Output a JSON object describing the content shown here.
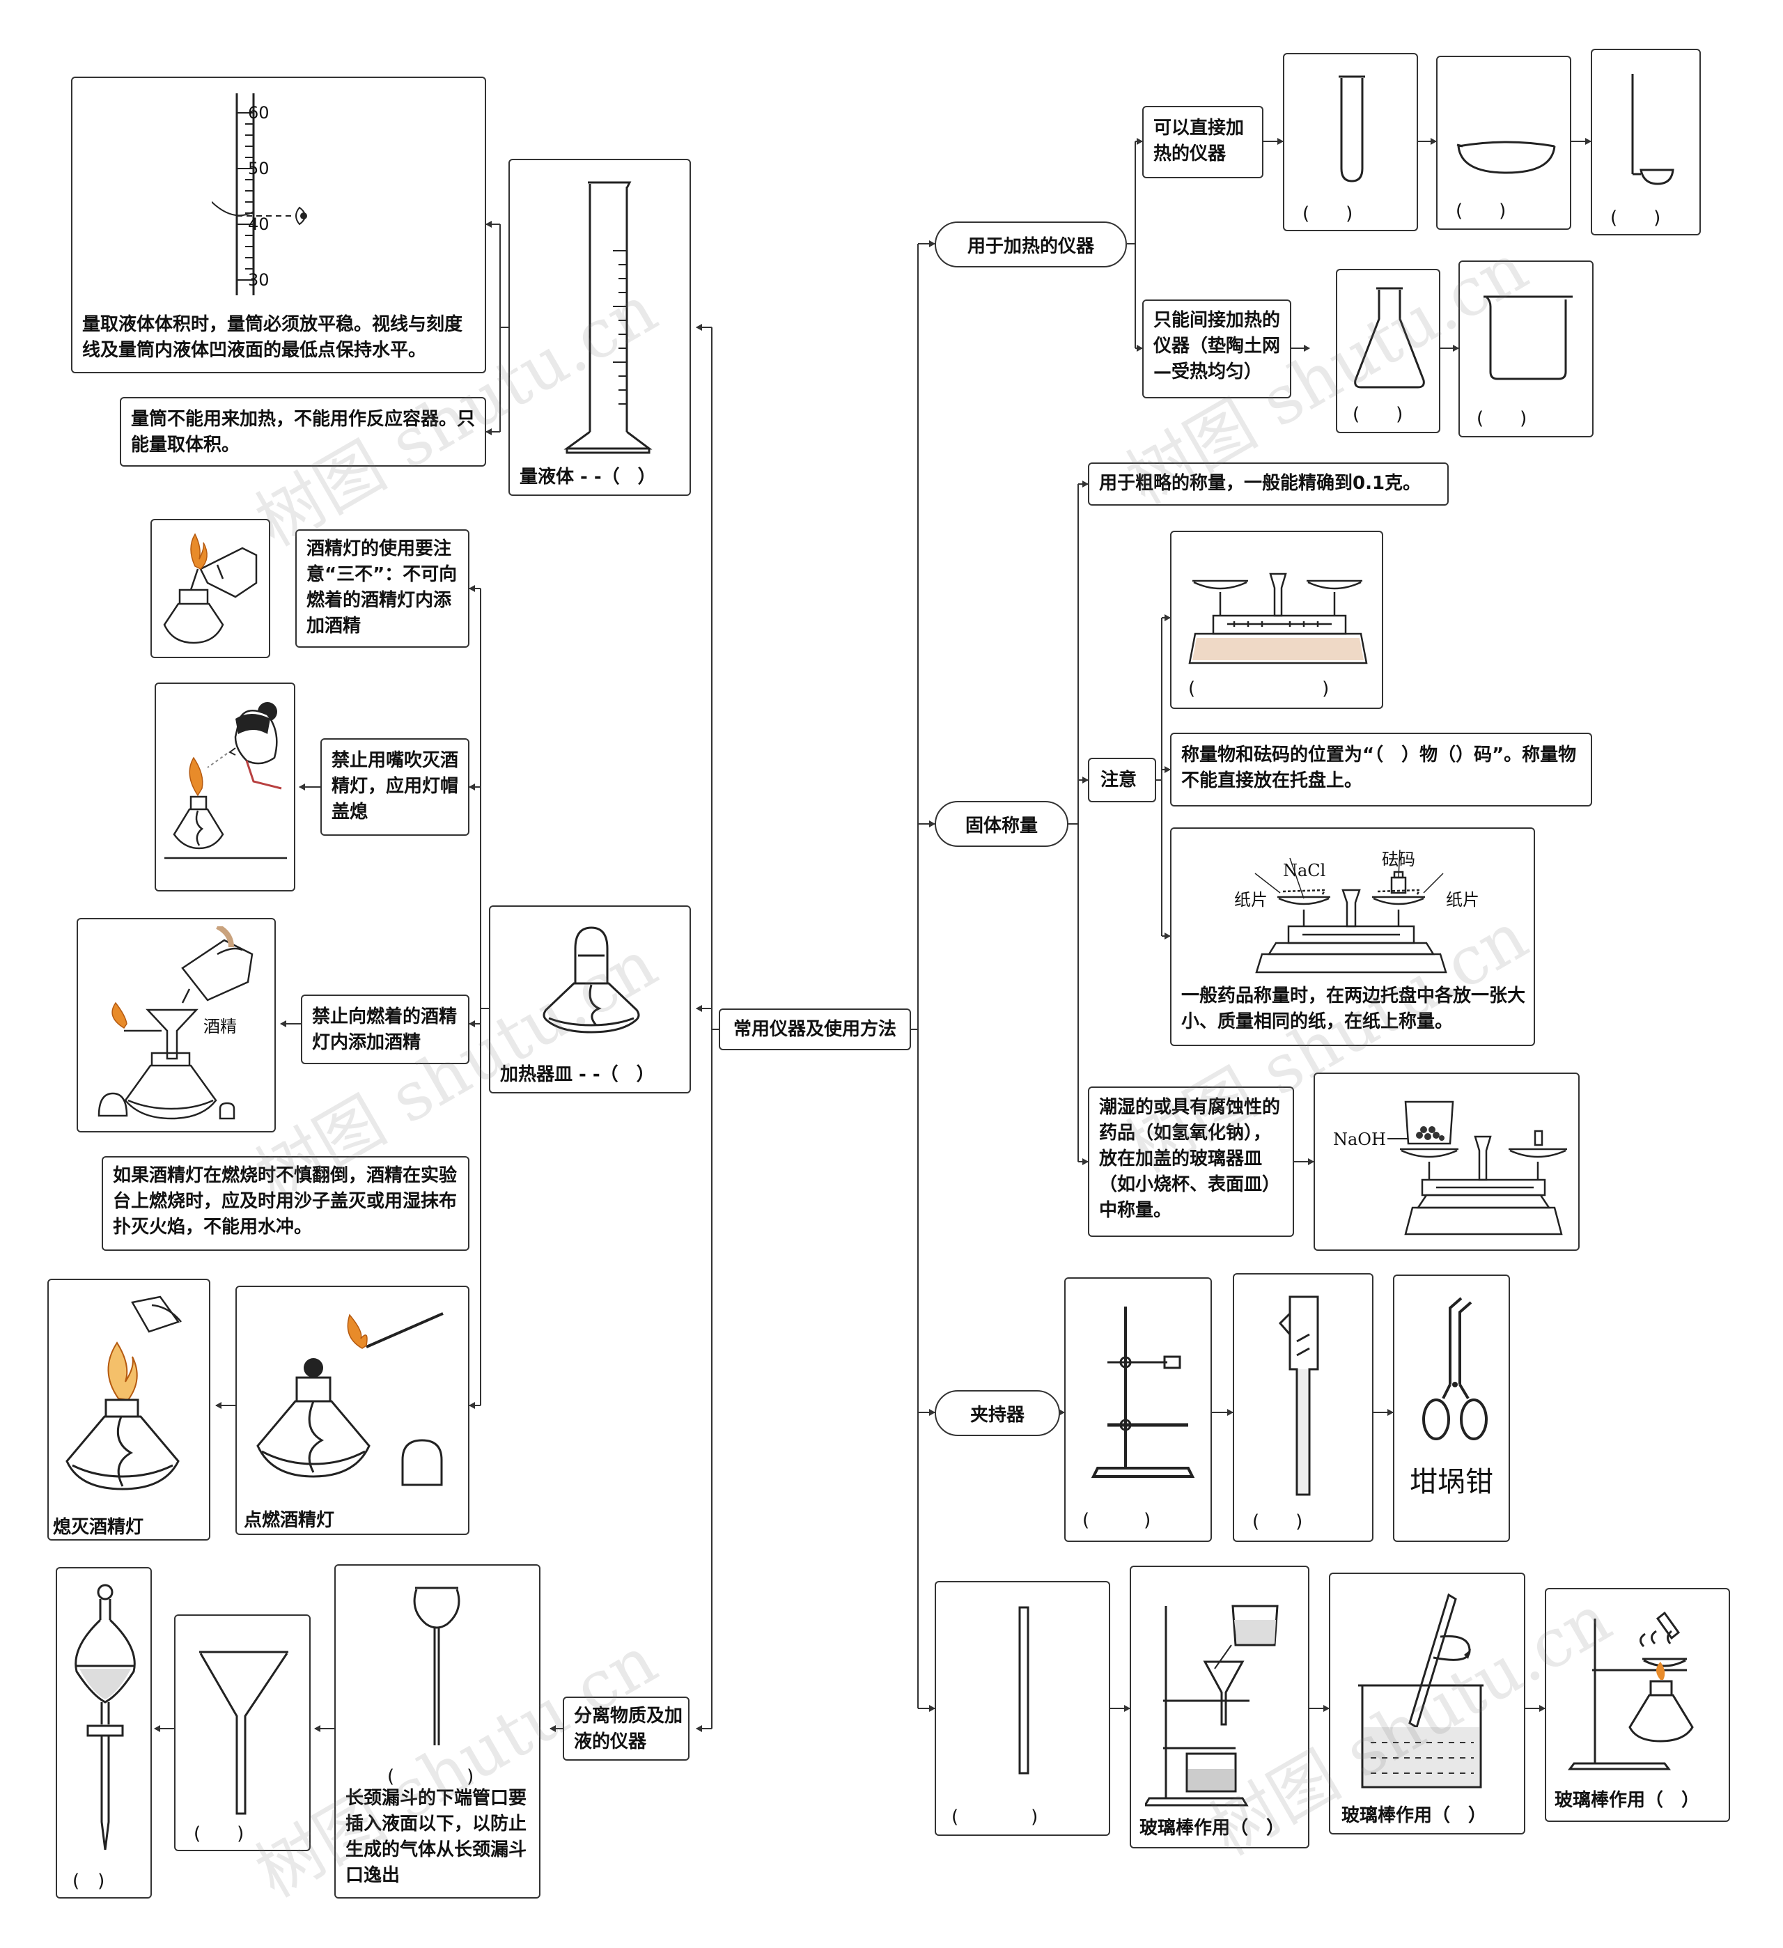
{
  "root": {
    "label": "常用仪器及使用方法"
  },
  "left": {
    "measure": {
      "caption": "量液体 - -（　）",
      "note1": "量取液体体积时，量筒必须放平稳。视线与刻度线及量筒内液体凹液面的最低点保持水平。",
      "note2": "量筒不能用来加热，不能用作反应容器。只能量取体积。",
      "scale": [
        "60",
        "50",
        "40",
        "30"
      ]
    },
    "heater": {
      "caption": "加热器皿 - -（　）",
      "rule1": "酒精灯的使用要注意“三不”：不可向燃着的酒精灯内添加酒精",
      "rule2": "禁止用嘴吹灭酒精灯，应用灯帽盖熄",
      "rule3": "禁止向燃着的酒精灯内添加酒精",
      "alcohol_label": "酒精",
      "fire_note": "如果酒精灯在燃烧时不慎翻倒，酒精在实验台上燃烧时，应及时用沙子盖灭或用湿抹布扑灭火焰，不能用水冲。",
      "light_caption": "点燃酒精灯",
      "extinguish_caption": "熄灭酒精灯"
    },
    "separate": {
      "label": "分离物质及加液的仪器",
      "funnel_note": "长颈漏斗的下端管口要插入液面以下，以防止生成的气体从长颈漏斗口逸出",
      "paren_long": "(　　　　)",
      "paren_funnel": "(　　)",
      "paren_sep": "(　)"
    }
  },
  "right": {
    "heating": {
      "label": "用于加热的仪器",
      "direct": "可以直接加热的仪器",
      "indirect": "只能间接加热的仪器（垫陶土网—受热均匀）",
      "paren": "(　　)"
    },
    "weigh": {
      "label": "固体称量",
      "rough": "用于粗略的称量，一般能精确到0.1克。",
      "attention": "注意",
      "balance_paren": "(　　　　　　　)",
      "position": "称量物和砝码的位置为“（　）物（）码”。称量物不能直接放在托盘上。",
      "paper_note": "一般药品称量时，在两边托盘中各放一张大小、质量相同的纸，在纸上称量。",
      "nacl": "NaCl",
      "weights": "砝码",
      "paper": "纸片",
      "corrosive": "潮湿的或具有腐蚀性的药品（如氢氧化钠），放在加盖的玻璃器皿（如小烧杯、表面皿）中称量。",
      "naoh": "NaOH"
    },
    "clamp": {
      "label": "夹持器",
      "paren1": "(　　　)",
      "paren2": "(　　)",
      "tongs": "坩埚钳"
    },
    "rod": {
      "paren": "(　　　　)",
      "use": "玻璃棒作用（　）"
    }
  },
  "watermark": "树图 shutu.cn"
}
